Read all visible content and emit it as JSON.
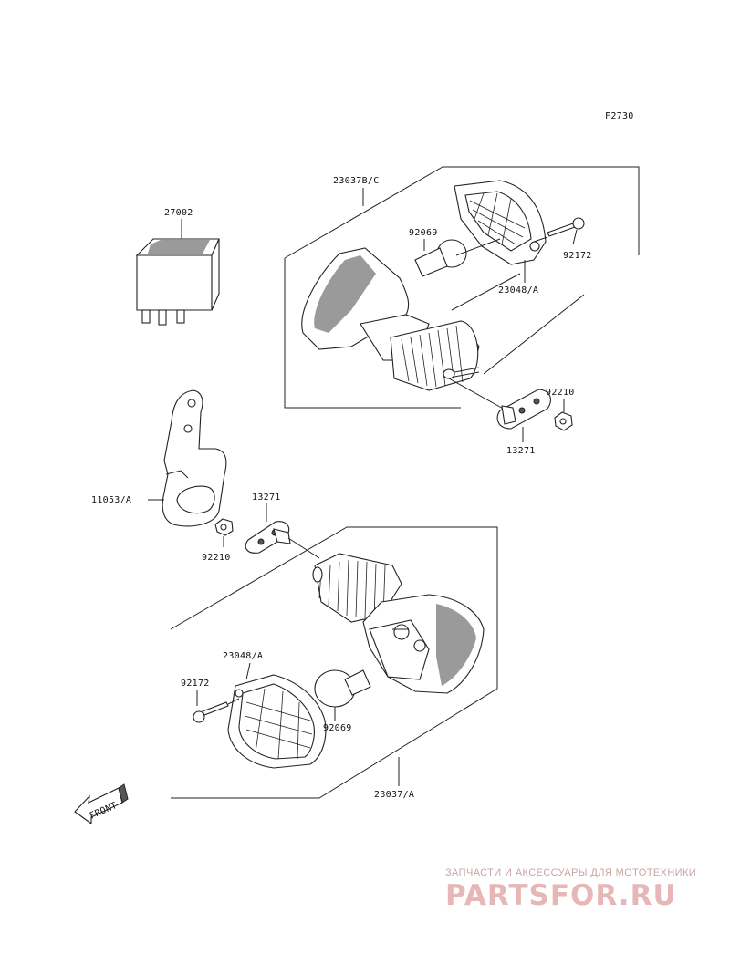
{
  "diagram_code": "F2730",
  "labels": {
    "p27002": "27002",
    "p23037bc": "23037B/C",
    "p92069_top": "92069",
    "p92172_top": "92172",
    "p23048a_top": "23048/A",
    "p92210_right": "92210",
    "p13271_right": "13271",
    "p11053a": "11053/A",
    "p13271_left": "13271",
    "p92210_left": "92210",
    "p23048a_bottom": "23048/A",
    "p92172_bottom": "92172",
    "p92069_bottom": "92069",
    "p23037a": "23037/A"
  },
  "front_arrow": "FRONT",
  "watermark": {
    "tagline": "ЗАПЧАСТИ И АКСЕССУАРЫ ДЛЯ МОТОТЕХНИКИ",
    "brand": "PARTSFOR.RU"
  },
  "colors": {
    "line": "#222222",
    "watermark": "#e7b6b6"
  }
}
